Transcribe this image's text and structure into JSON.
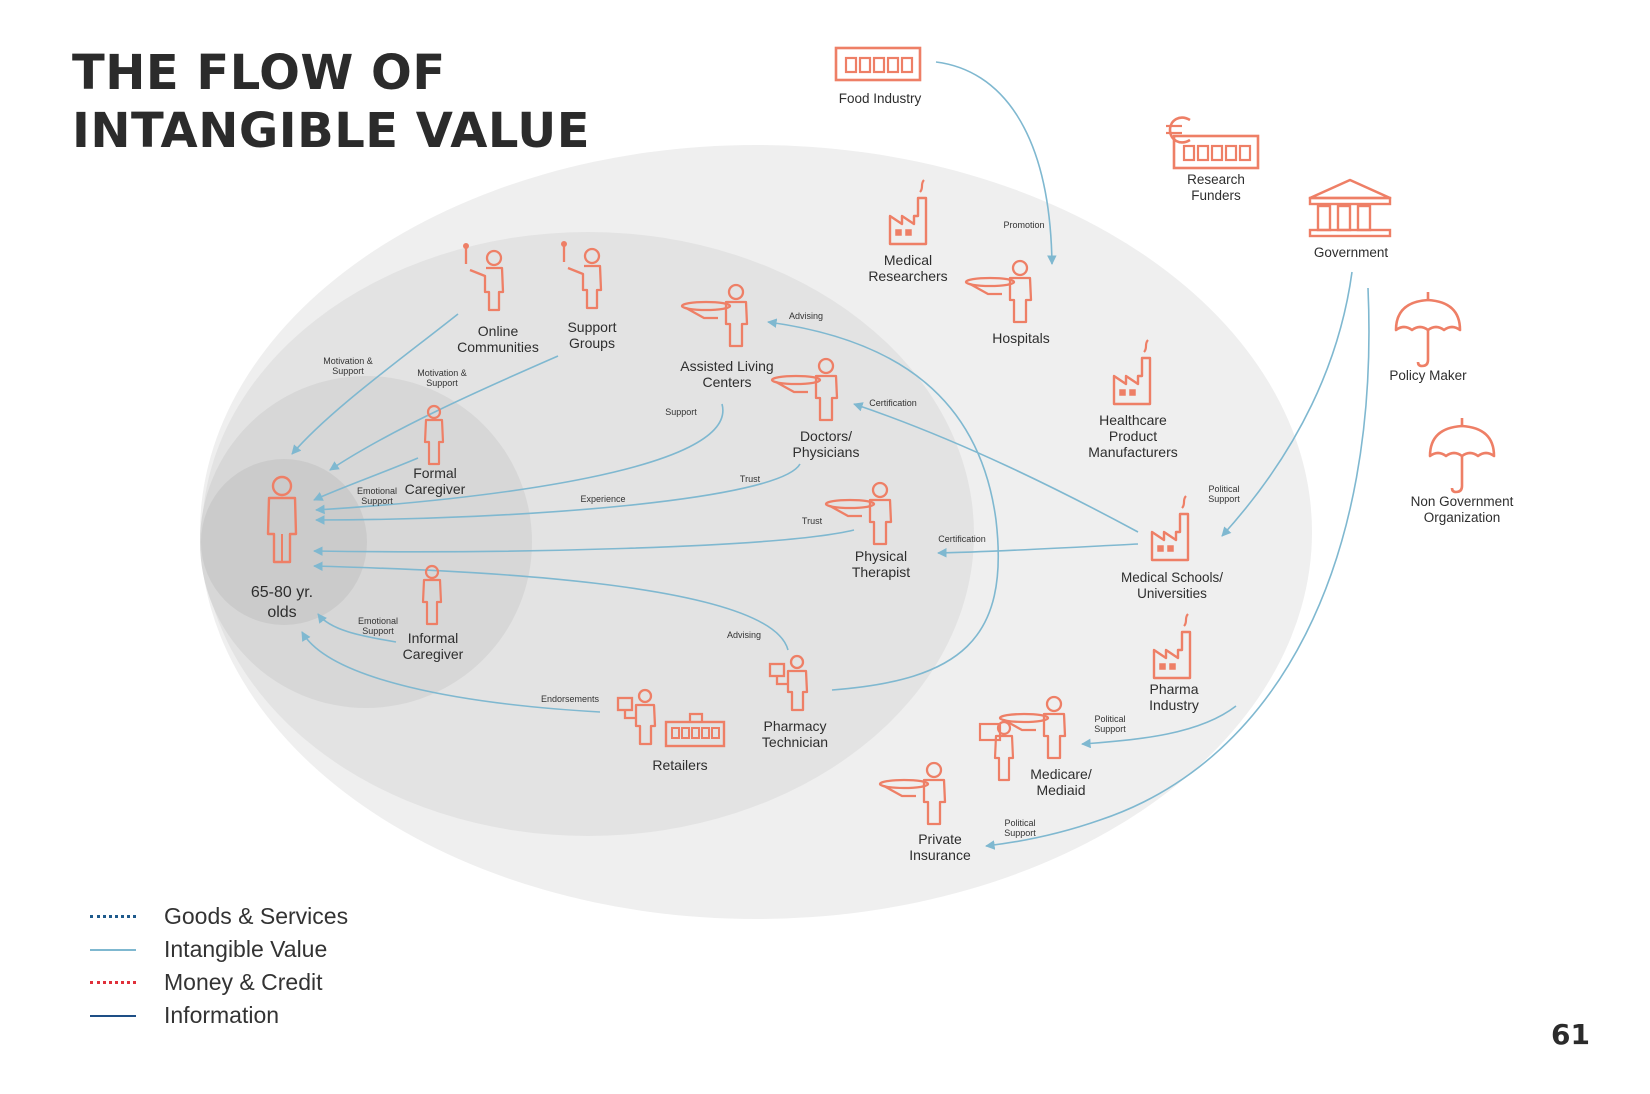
{
  "title_line1": "THE FLOW OF",
  "title_line2": "INTANGIBLE VALUE",
  "page_number": "61",
  "colors": {
    "icon": "#ee7f66",
    "arrow": "#7fb8d0",
    "ring_outer": "#efefef",
    "ring_mid": "#e3e3e3",
    "ring_inner": "#d7d7d7",
    "ring_core": "#cbcbcb"
  },
  "legend": [
    {
      "label": "Goods & Services",
      "style": "dotted",
      "color": "#1e5a8c"
    },
    {
      "label": "Intangible Value",
      "style": "solid",
      "color": "#7fb8d0"
    },
    {
      "label": "Money & Credit",
      "style": "dotted",
      "color": "#e0303a"
    },
    {
      "label": "Information",
      "style": "solid",
      "color": "#1e4f86"
    }
  ],
  "nodes": [
    {
      "id": "elder",
      "label": [
        "65-80 yr.",
        "olds"
      ],
      "icon": "person-icon"
    },
    {
      "id": "online",
      "label": [
        "Online",
        "Communities"
      ],
      "icon": "speaker-person-icon"
    },
    {
      "id": "support",
      "label": [
        "Support",
        "Groups"
      ],
      "icon": "speaker-person-icon"
    },
    {
      "id": "formal",
      "label": [
        "Formal",
        "Caregiver"
      ],
      "icon": "person-icon"
    },
    {
      "id": "informal",
      "label": [
        "Informal",
        "Caregiver"
      ],
      "icon": "person-icon"
    },
    {
      "id": "assisted",
      "label": [
        "Assisted Living",
        "Centers"
      ],
      "icon": "server-person-icon"
    },
    {
      "id": "doctors",
      "label": [
        "Doctors/",
        "Physicians"
      ],
      "icon": "server-person-icon"
    },
    {
      "id": "therapist",
      "label": [
        "Physical",
        "Therapist"
      ],
      "icon": "server-person-icon"
    },
    {
      "id": "pharmacy",
      "label": [
        "Pharmacy",
        "Technician"
      ],
      "icon": "box-person-icon"
    },
    {
      "id": "retailers",
      "label": [
        "Retailers"
      ],
      "icon": "shop-icon"
    },
    {
      "id": "food",
      "label": [
        "Food Industry"
      ],
      "icon": "factory-row-icon"
    },
    {
      "id": "funders",
      "label": [
        "Research",
        "Funders"
      ],
      "icon": "euro-factory-icon"
    },
    {
      "id": "government",
      "label": [
        "Government"
      ],
      "icon": "government-building-icon"
    },
    {
      "id": "policy",
      "label": [
        "Policy Maker"
      ],
      "icon": "umbrella-icon"
    },
    {
      "id": "ngo",
      "label": [
        "Non Government",
        "Organization"
      ],
      "icon": "umbrella-icon"
    },
    {
      "id": "researchers",
      "label": [
        "Medical",
        "Researchers"
      ],
      "icon": "factory-icon"
    },
    {
      "id": "hospitals",
      "label": [
        "Hospitals"
      ],
      "icon": "server-person-icon"
    },
    {
      "id": "manufacturers",
      "label": [
        "Healthcare",
        "Product",
        "Manufacturers"
      ],
      "icon": "factory-icon"
    },
    {
      "id": "schools",
      "label": [
        "Medical Schools/",
        "Universities"
      ],
      "icon": "factory-icon"
    },
    {
      "id": "pharma",
      "label": [
        "Pharma",
        "Industry"
      ],
      "icon": "factory-icon"
    },
    {
      "id": "medicare",
      "label": [
        "Medicare/",
        "Mediaid"
      ],
      "icon": "server-person-icon"
    },
    {
      "id": "insurance",
      "label": [
        "Private",
        "Insurance"
      ],
      "icon": "server-person-icon"
    }
  ],
  "flows": [
    {
      "from": "online",
      "to": "elder",
      "label": [
        "Motivation &",
        "Support"
      ]
    },
    {
      "from": "support",
      "to": "elder",
      "label": [
        "Motivation &",
        "Support"
      ]
    },
    {
      "from": "formal",
      "to": "elder",
      "label": [
        "Emotional",
        "Support"
      ]
    },
    {
      "from": "assisted",
      "to": "elder",
      "label": [
        "Support"
      ]
    },
    {
      "from": "doctors",
      "to": "elder",
      "label": [
        "Trust"
      ]
    },
    {
      "from": "doctors",
      "to": "elder",
      "label": [
        "Experience"
      ]
    },
    {
      "from": "therapist",
      "to": "elder",
      "label": [
        "Trust"
      ]
    },
    {
      "from": "pharmacy",
      "to": "elder",
      "label": [
        "Advising"
      ]
    },
    {
      "from": "informal",
      "to": "elder",
      "label": [
        "Emotional",
        "Support"
      ]
    },
    {
      "from": "retailers",
      "to": "elder",
      "label": [
        "Endorsements"
      ]
    },
    {
      "from": "pharmacy",
      "to": "assisted",
      "label": [
        "Advising"
      ]
    },
    {
      "from": "schools",
      "to": "doctors",
      "label": [
        "Certification"
      ]
    },
    {
      "from": "schools",
      "to": "therapist",
      "label": [
        "Certification"
      ]
    },
    {
      "from": "food",
      "to": "hospitals",
      "label": [
        "Promotion"
      ]
    },
    {
      "from": "government",
      "to": "schools",
      "label": [
        "Political",
        "Support"
      ]
    },
    {
      "from": "government",
      "to": "medicare",
      "label": [
        "Political",
        "Support"
      ]
    },
    {
      "from": "government",
      "to": "insurance",
      "label": [
        "Political",
        "Support"
      ]
    }
  ]
}
